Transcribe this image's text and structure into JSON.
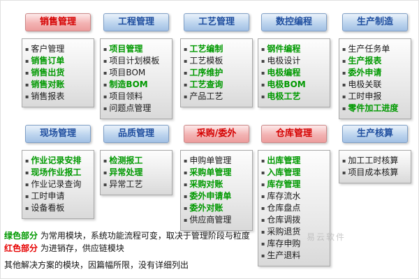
{
  "colors": {
    "highlight_green": "#009900",
    "header_red_text": "#d50000",
    "header_blue_text": "#1f4e9f"
  },
  "groups": [
    {
      "title": "销售管理",
      "style": "red",
      "items": [
        {
          "label": "客户管理",
          "highlight": false
        },
        {
          "label": "销售订单",
          "highlight": true
        },
        {
          "label": "销售出货",
          "highlight": true
        },
        {
          "label": "销售对账",
          "highlight": true
        },
        {
          "label": "销售报表",
          "highlight": false
        }
      ]
    },
    {
      "title": "工程管理",
      "style": "blue",
      "items": [
        {
          "label": "项目管理",
          "highlight": true
        },
        {
          "label": "项目计划模板",
          "highlight": false
        },
        {
          "label": "项目BOM",
          "highlight": false
        },
        {
          "label": "制造BOM",
          "highlight": true
        },
        {
          "label": "项目领料",
          "highlight": false
        },
        {
          "label": "问题点管理",
          "highlight": false
        }
      ]
    },
    {
      "title": "工艺管理",
      "style": "blue",
      "items": [
        {
          "label": "工艺编制",
          "highlight": true
        },
        {
          "label": "工艺模板",
          "highlight": false
        },
        {
          "label": "工序维护",
          "highlight": true
        },
        {
          "label": "工艺查询",
          "highlight": true
        },
        {
          "label": "产品工艺",
          "highlight": false
        }
      ]
    },
    {
      "title": "数控编程",
      "style": "blue",
      "items": [
        {
          "label": "钢件编程",
          "highlight": true
        },
        {
          "label": "电极设计",
          "highlight": false
        },
        {
          "label": "电极编程",
          "highlight": true
        },
        {
          "label": "电极BOM",
          "highlight": true
        },
        {
          "label": "电极工艺",
          "highlight": true
        }
      ]
    },
    {
      "title": "生产制造",
      "style": "blue",
      "items": [
        {
          "label": "生产任务单",
          "highlight": false
        },
        {
          "label": "生产报表",
          "highlight": true
        },
        {
          "label": "委外申请",
          "highlight": true
        },
        {
          "label": "电极关联",
          "highlight": false
        },
        {
          "label": "工时申报",
          "highlight": false
        },
        {
          "label": "零件加工进度",
          "highlight": true
        }
      ]
    },
    {
      "title": "现场管理",
      "style": "blue",
      "items": [
        {
          "label": "作业记录安排",
          "highlight": true
        },
        {
          "label": "现场作业报工",
          "highlight": true
        },
        {
          "label": "作业记录查询",
          "highlight": false
        },
        {
          "label": "工时申请",
          "highlight": false
        },
        {
          "label": "设备看板",
          "highlight": false
        }
      ]
    },
    {
      "title": "品质管理",
      "style": "blue",
      "items": [
        {
          "label": "检测报工",
          "highlight": true
        },
        {
          "label": "异常处理",
          "highlight": true
        },
        {
          "label": "异常工艺",
          "highlight": false
        }
      ]
    },
    {
      "title": "采购/委外",
      "style": "red",
      "items": [
        {
          "label": "申购单管理",
          "highlight": false
        },
        {
          "label": "采购单管理",
          "highlight": true
        },
        {
          "label": "采购对账",
          "highlight": true
        },
        {
          "label": "委外申请单",
          "highlight": true
        },
        {
          "label": "委外对账",
          "highlight": true
        },
        {
          "label": "供应商管理",
          "highlight": false
        }
      ]
    },
    {
      "title": "仓库管理",
      "style": "red",
      "items": [
        {
          "label": "出库管理",
          "highlight": true
        },
        {
          "label": "入库管理",
          "highlight": true
        },
        {
          "label": "库存管理",
          "highlight": true
        },
        {
          "label": "库存流水",
          "highlight": false
        },
        {
          "label": "仓库盘点",
          "highlight": false
        },
        {
          "label": "仓库调拨",
          "highlight": false
        },
        {
          "label": "采购退货",
          "highlight": false
        },
        {
          "label": "库存申购",
          "highlight": false
        },
        {
          "label": "生产退料",
          "highlight": false
        }
      ]
    },
    {
      "title": "生产核算",
      "style": "blue",
      "items": [
        {
          "label": "加工工时核算",
          "highlight": false
        },
        {
          "label": "项目成本核算",
          "highlight": false
        }
      ]
    }
  ],
  "footer": {
    "line1_prefix": "绿色部分",
    "line1_rest": " 为常用模块，系统功能流程可变，取决于管理阶段与粒度",
    "line2_prefix": "红色部分",
    "line2_rest": " 为进销存，供应链模块",
    "line3": "其他解决方案的模块，因篇幅所限，没有详细列出"
  },
  "watermark": "易云软件"
}
